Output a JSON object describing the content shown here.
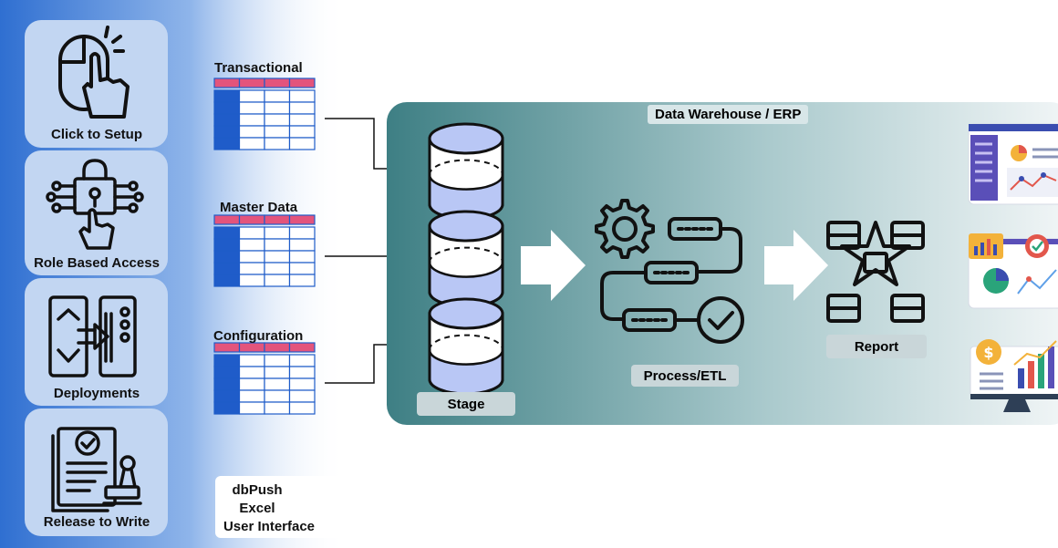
{
  "sidebar": {
    "cards": [
      {
        "label": "Click to Setup",
        "icon": "mouse-click-icon"
      },
      {
        "label": "Role Based Access",
        "icon": "lock-hand-icon"
      },
      {
        "label": "Deployments",
        "icon": "deployment-icon"
      },
      {
        "label": "Release to Write",
        "icon": "approval-stamp-icon"
      }
    ]
  },
  "sources": [
    {
      "title": "Transactional"
    },
    {
      "title": "Master Data"
    },
    {
      "title": "Configuration"
    }
  ],
  "dbpush": {
    "line1": "dbPush",
    "line2": "Excel",
    "line3": "User Interface",
    "icon": "excel-icon"
  },
  "warehouse": {
    "title": "Data Warehouse / ERP",
    "stage_label": "Stage",
    "process_label": "Process/ETL",
    "report_label": "Report"
  },
  "colors": {
    "sidebar_blue": "#2f6fd1",
    "table_header": "#e3547c",
    "table_side": "#1f5cc9",
    "warehouse_teal": "#3e7f84",
    "cylinder_fill": "#b9c7f5"
  }
}
